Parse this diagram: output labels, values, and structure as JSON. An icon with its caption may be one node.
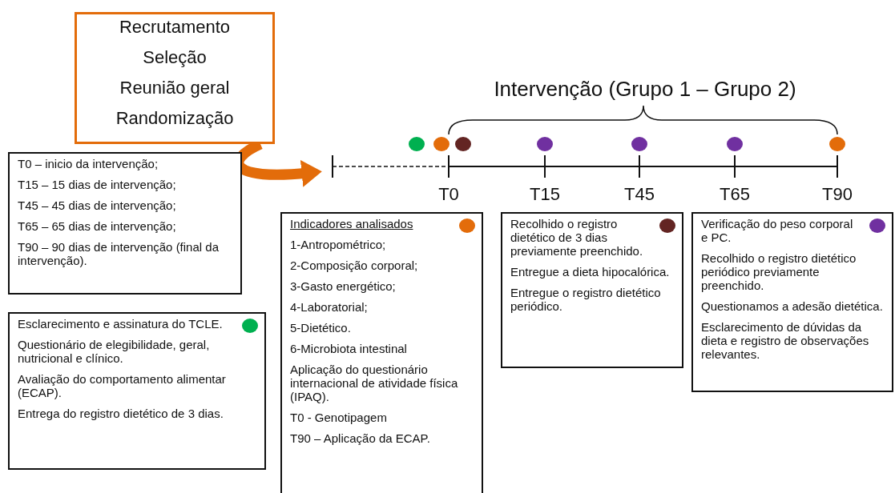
{
  "diagram": {
    "nodes": [
      {
        "text": [
          "Recrutamento",
          "Seleção",
          "Reunião geral",
          "Randomização"
        ]
      },
      {
        "text": [
          "T0 – inicio da intervenção;",
          "T15 – 15 dias de intervenção;",
          "T45 – 45 dias de intervenção;",
          "T65 – 65 dias de intervenção;",
          "T90 – 90 dias de intervenção (final da intervenção)."
        ]
      },
      {
        "text": [
          "Esclarecimento e assinatura do TCLE.",
          "Questionário de elegibilidade, geral, nutricional e clínico.",
          "Avaliação do comportamento alimentar (ECAP).",
          "Entrega do registro dietético de 3 dias."
        ]
      },
      {
        "text": [
          "Indicadores analisados",
          "1-Antropométrico;",
          "2-Composição corporal;",
          "3-Gasto energético;",
          "4-Laboratorial;",
          "5-Dietético.",
          "6-Microbiota intestinal",
          "Aplicação do questionário internacional de atividade física (IPAQ).",
          "T0 - Genotipagem",
          "T90 – Aplicação da ECAP."
        ]
      },
      {
        "text": [
          "Recolhido o registro dietético de 3 dias previamente preenchido.",
          "Entregue a dieta hipocalórica.",
          "Entregue o registro dietético periódico."
        ]
      },
      {
        "text": [
          "Verificação do peso corporal e PC.",
          "Recolhido o registro dietético periódico previamente preenchido.",
          "Questionamos a adesão dietética.",
          "Esclarecimento de dúvidas da dieta e registro de observações relevantes."
        ]
      },
      {
        "text": [],
        "shape": "line"
      }
    ],
    "edges": [
      {
        "from": 0,
        "to": 6,
        "arrow": "to"
      }
    ],
    "labels": [
      "Intervenção (Grupo 1 – Grupo 2)",
      "T0",
      "T15",
      "T45",
      "T65",
      "T90"
    ]
  }
}
